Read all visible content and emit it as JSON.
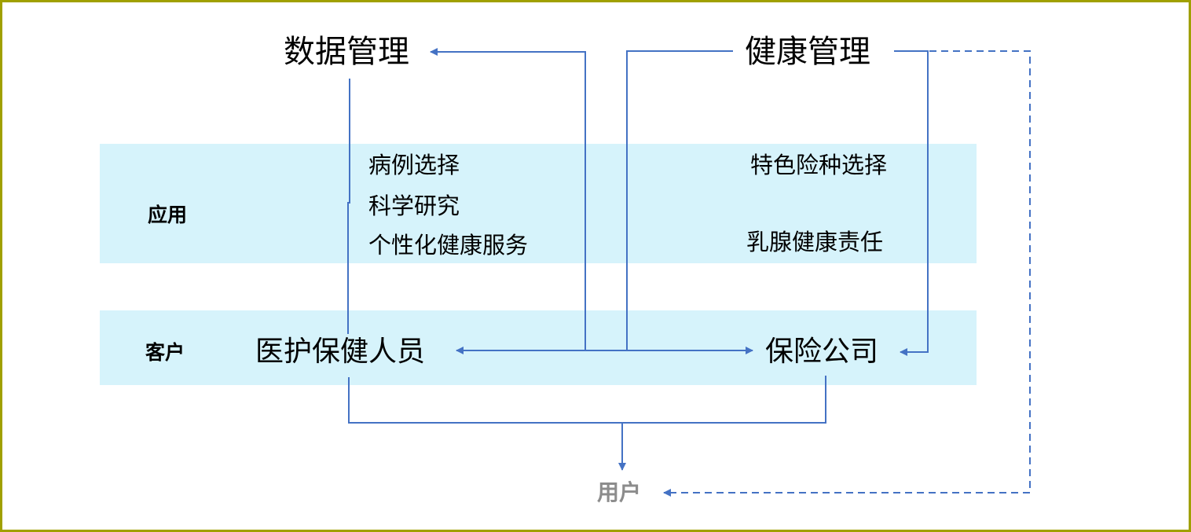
{
  "nodes": {
    "data_management": "数据管理",
    "health_management": "健康管理",
    "user": "用户"
  },
  "rows": {
    "application": {
      "label": "应用",
      "left_items": [
        "病例选择",
        "科学研究",
        "个性化健康服务"
      ],
      "right_items": [
        "特色险种选择",
        "乳腺健康责任"
      ]
    },
    "client": {
      "label": "客户",
      "left": "医护保健人员",
      "right": "保险公司"
    }
  },
  "colors": {
    "frame": "#a0a000",
    "band": "#d6f3fb",
    "connector": "#4472c4",
    "user_text": "#8c8c8c"
  }
}
